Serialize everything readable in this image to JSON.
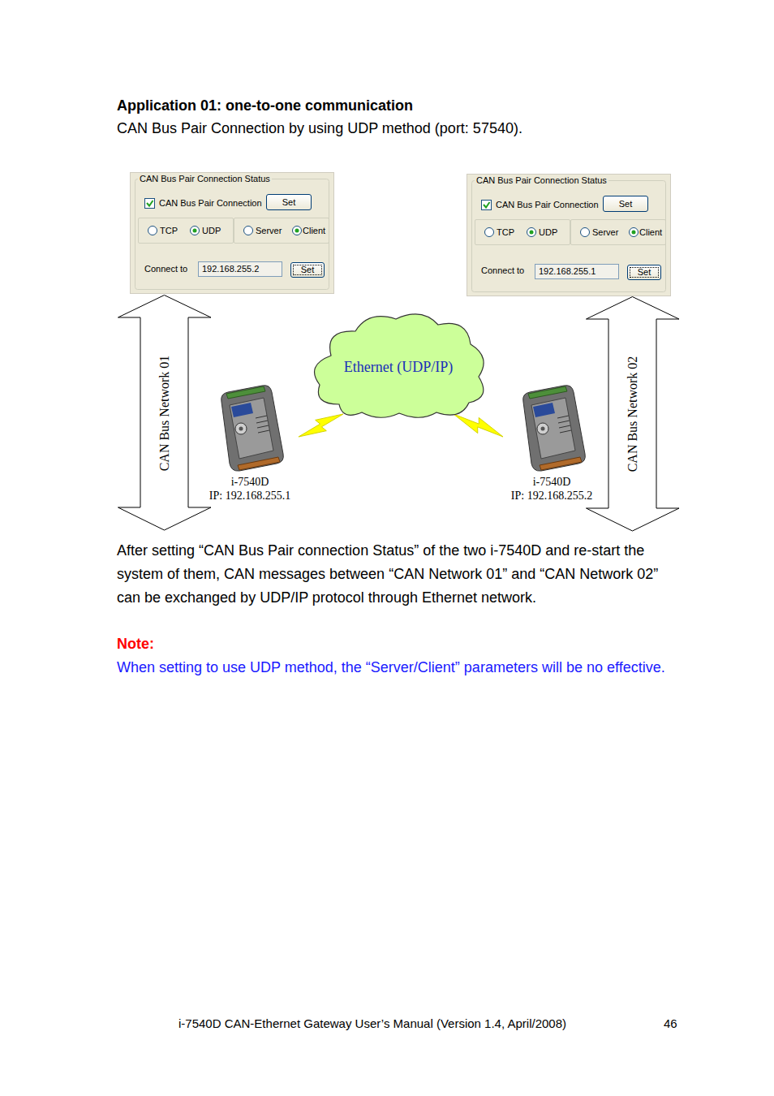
{
  "diagram": {
    "title": "Application 01: one-to-one communication",
    "nodes": [
      {
        "text": [
          "CAN Bus Pair Connection Status",
          "CAN Bus Pair Connection",
          "Connect to"
        ]
      },
      {
        "text": [
          "Set"
        ],
        "in": 0
      },
      {
        "text": [
          "TCP",
          "UDP"
        ],
        "in": 0
      },
      {
        "text": [
          "Server",
          "Client"
        ],
        "in": 0
      },
      {
        "text": [
          "192.168.255.2"
        ],
        "in": 0
      },
      {
        "text": [
          "Set"
        ],
        "in": 0
      },
      {
        "text": [
          "CAN Bus Pair Connection Status",
          "CAN Bus Pair Connection",
          "Connect to"
        ]
      },
      {
        "text": [
          "Set"
        ],
        "in": 6
      },
      {
        "text": [
          "TCP",
          "UDP"
        ],
        "in": 6
      },
      {
        "text": [
          "Server",
          "Client"
        ],
        "in": 6
      },
      {
        "text": [
          "192.168.255.1"
        ],
        "in": 6
      },
      {
        "text": [
          "Set"
        ],
        "in": 6
      },
      {
        "text": [
          "CAN Bus Network 01"
        ]
      },
      {
        "text": [
          "Ethernet (UDP/IP)"
        ]
      },
      {
        "text": [
          "CAN Bus Network 02"
        ]
      },
      {
        "text": [
          "i-7540D",
          "IP: 192.168.255.1"
        ]
      },
      {
        "text": [
          "i-7540D",
          "IP: 192.168.255.2"
        ]
      }
    ],
    "edges": [
      {
        "from": 15,
        "to": 13,
        "arrow": "none"
      },
      {
        "from": 16,
        "to": 13,
        "arrow": "none"
      }
    ],
    "labels": [
      "CAN Bus Pair Connection by using UDP method (port: 57540).",
      "After setting “CAN Bus Pair connection Status” of the two i-7540D and re-start the system of them, CAN messages between “CAN Network 01” and “CAN Network 02” can be exchanged by UDP/IP protocol through Ethernet network.",
      "Note:",
      "When setting to use UDP method, the “Server/Client” parameters will be no effective.",
      "i-7540D CAN-Ethernet Gateway User’s Manual (Version 1.4, April/2008)",
      "46"
    ]
  }
}
